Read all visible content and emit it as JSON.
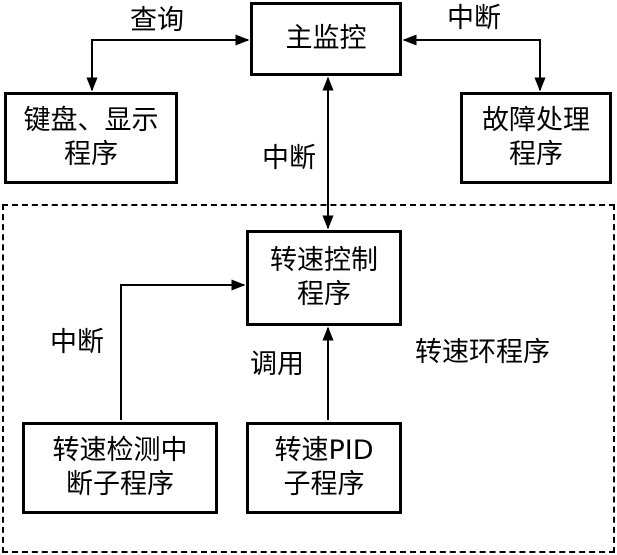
{
  "nodes": {
    "main_monitor": {
      "line1": "主监控"
    },
    "keyboard_display": {
      "line1": "键盘、显示",
      "line2": "程序"
    },
    "fault_handling": {
      "line1": "故障处理",
      "line2": "程序"
    },
    "speed_control": {
      "line1": "转速控制",
      "line2": "程序"
    },
    "speed_detect_isr": {
      "line1": "转速检测中",
      "line2": "断子程序"
    },
    "speed_pid": {
      "line1": "转速PID",
      "line2": "子程序"
    }
  },
  "edges": {
    "query": "查询",
    "interrupt_fault": "中断",
    "interrupt_main": "中断",
    "interrupt_detect": "中断",
    "call": "调用"
  },
  "group": {
    "speed_loop": "转速环程序"
  }
}
